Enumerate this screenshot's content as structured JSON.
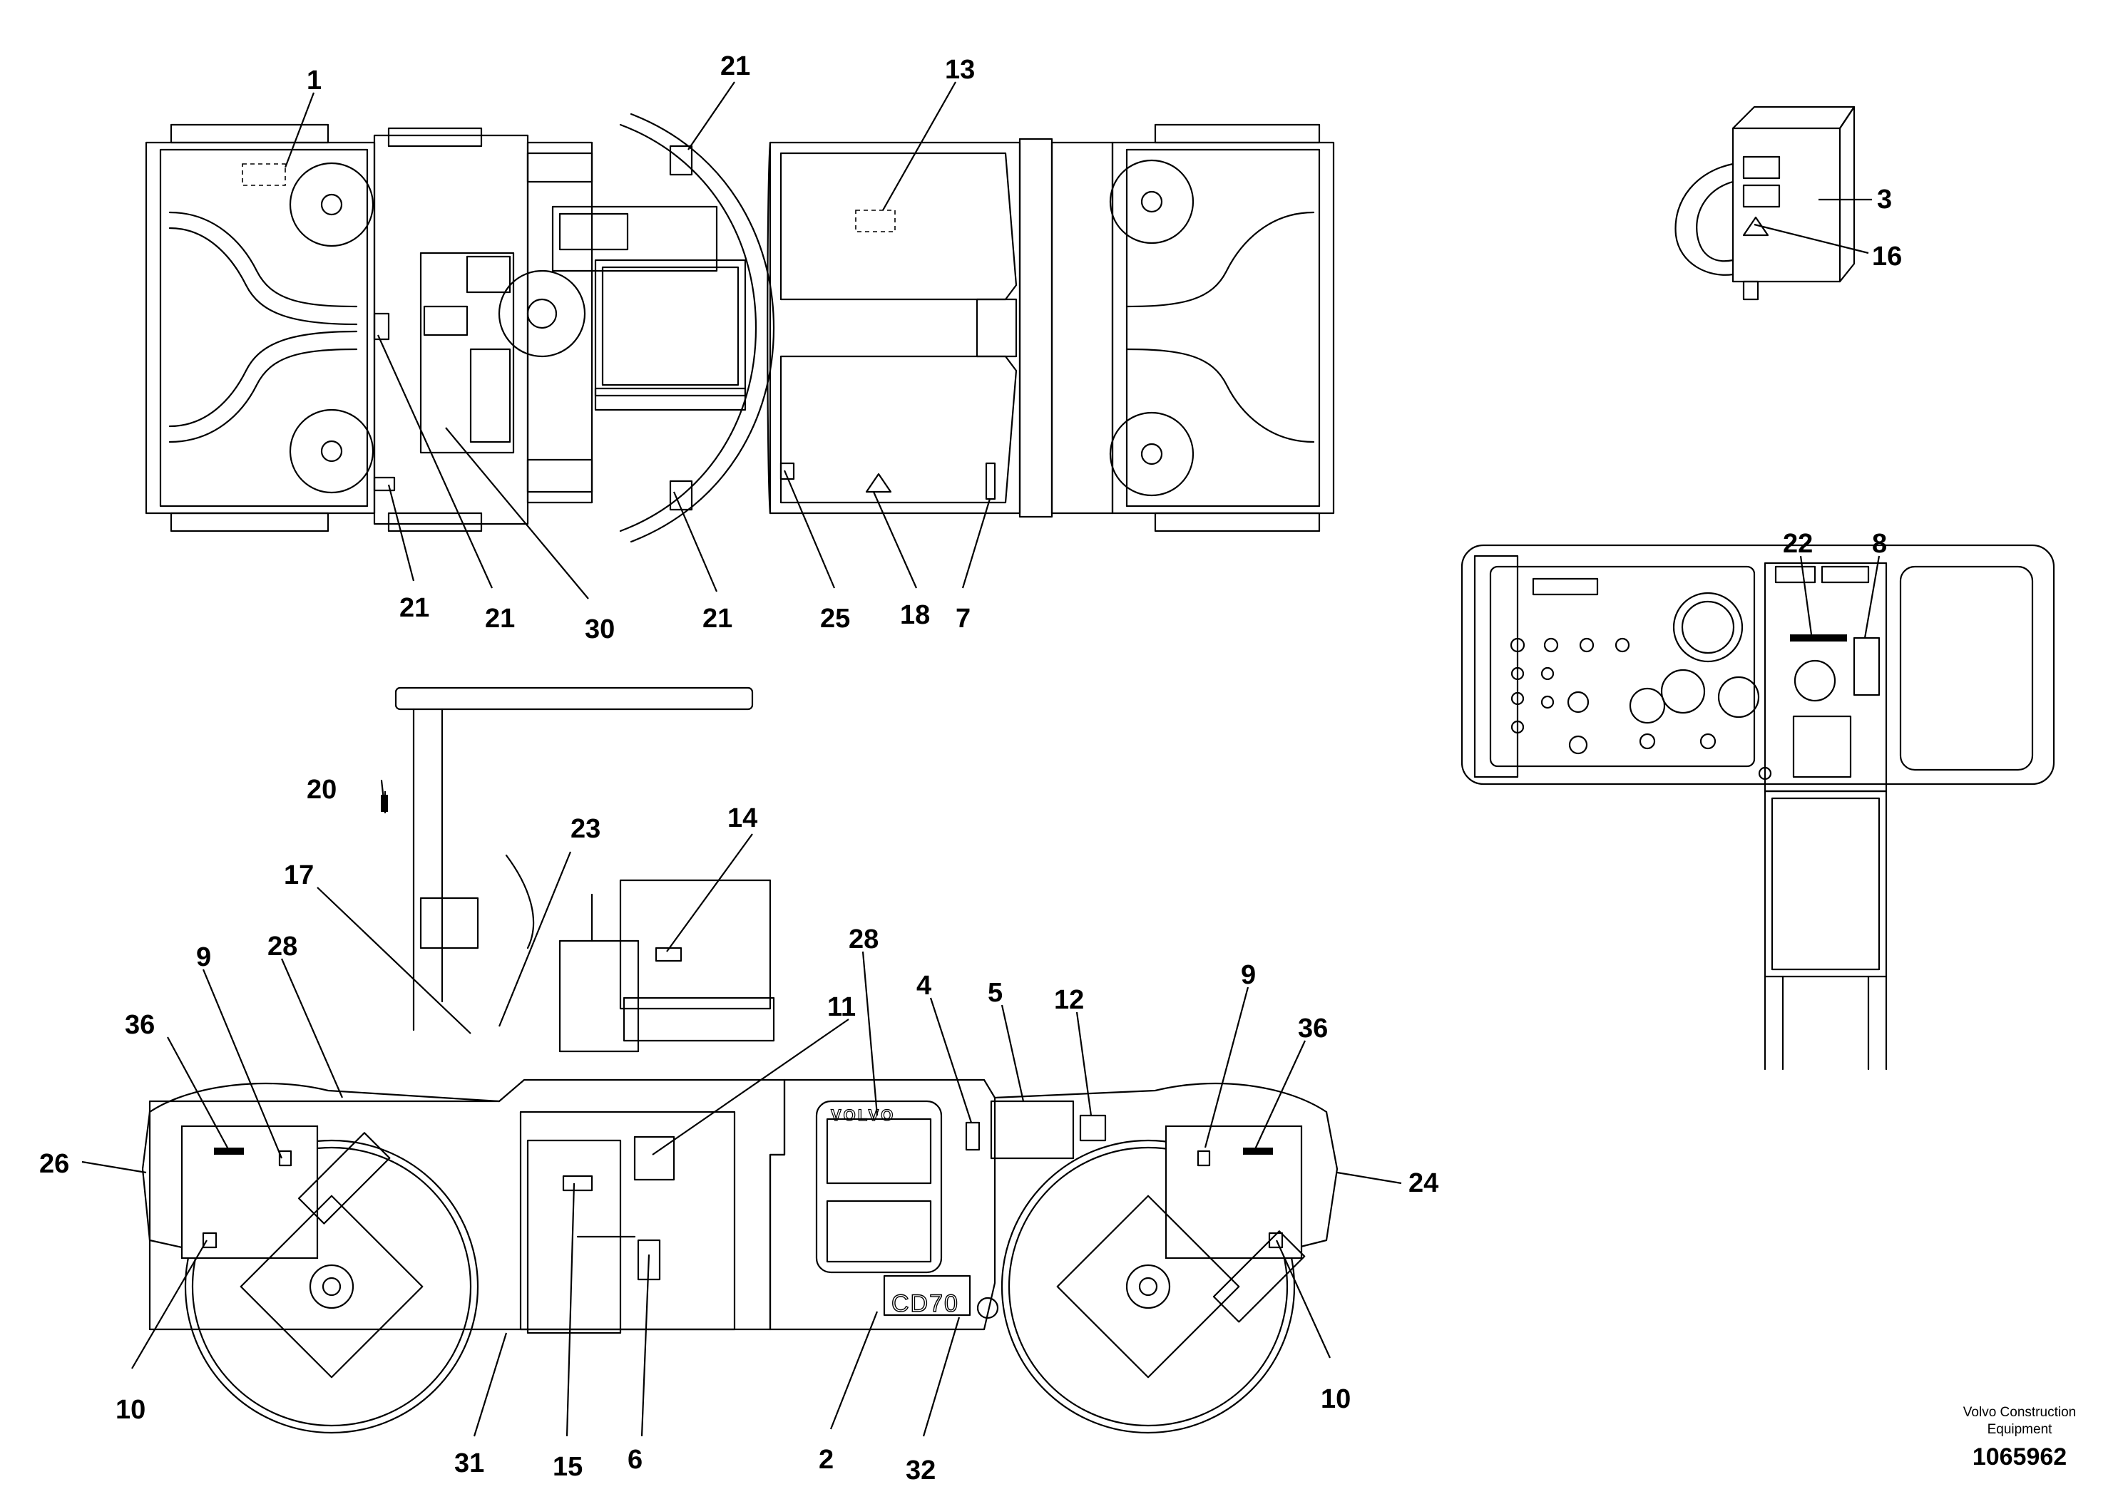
{
  "views": {
    "top_view": {
      "callouts": [
        "1",
        "13",
        "21",
        "21",
        "21",
        "21",
        "30",
        "25",
        "18",
        "7"
      ]
    },
    "battery_detail": {
      "callouts": [
        "3",
        "16"
      ]
    },
    "dashboard_detail": {
      "callouts": [
        "22",
        "8"
      ]
    },
    "side_view": {
      "callouts": [
        "20",
        "14",
        "23",
        "17",
        "28",
        "9",
        "36",
        "26",
        "28",
        "11",
        "4",
        "5",
        "12",
        "9",
        "36",
        "24",
        "10",
        "31",
        "15",
        "6",
        "2",
        "32",
        "10"
      ],
      "machine_brand": "VOLVO",
      "machine_model": "CD70"
    }
  },
  "credit": {
    "line1": "Volvo Construction",
    "line2": "Equipment"
  },
  "document_number": "1065962"
}
